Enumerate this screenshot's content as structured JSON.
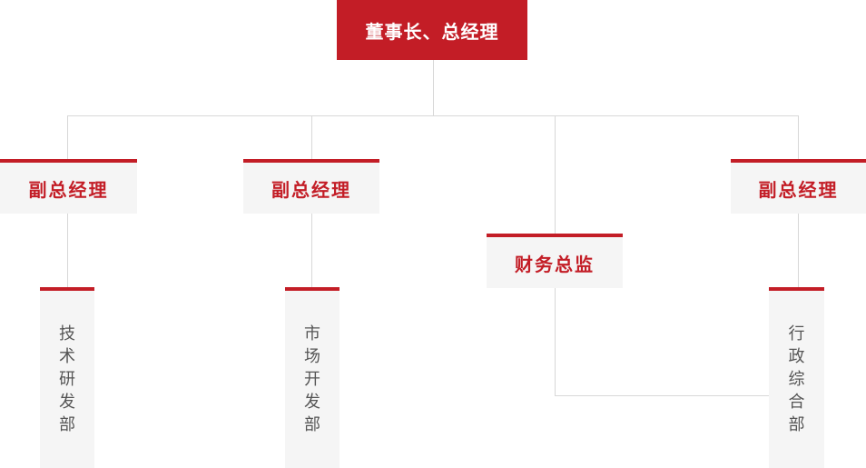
{
  "org_chart": {
    "root_label": "董事长、总经理",
    "nodes": {
      "deputy_gm_1": "副总经理",
      "deputy_gm_2": "副总经理",
      "finance_director": "财务总监",
      "deputy_gm_3": "副总经理",
      "tech_rd_dept": "技术研发部",
      "market_dev_dept": "市场开发部",
      "admin_general_dept": "行政综合部"
    },
    "colors": {
      "brand_red": "#c31d26",
      "node_bg": "#f5f5f5",
      "connector": "#d8d8d8",
      "dept_text": "#555555",
      "root_text": "#ffffff"
    }
  }
}
